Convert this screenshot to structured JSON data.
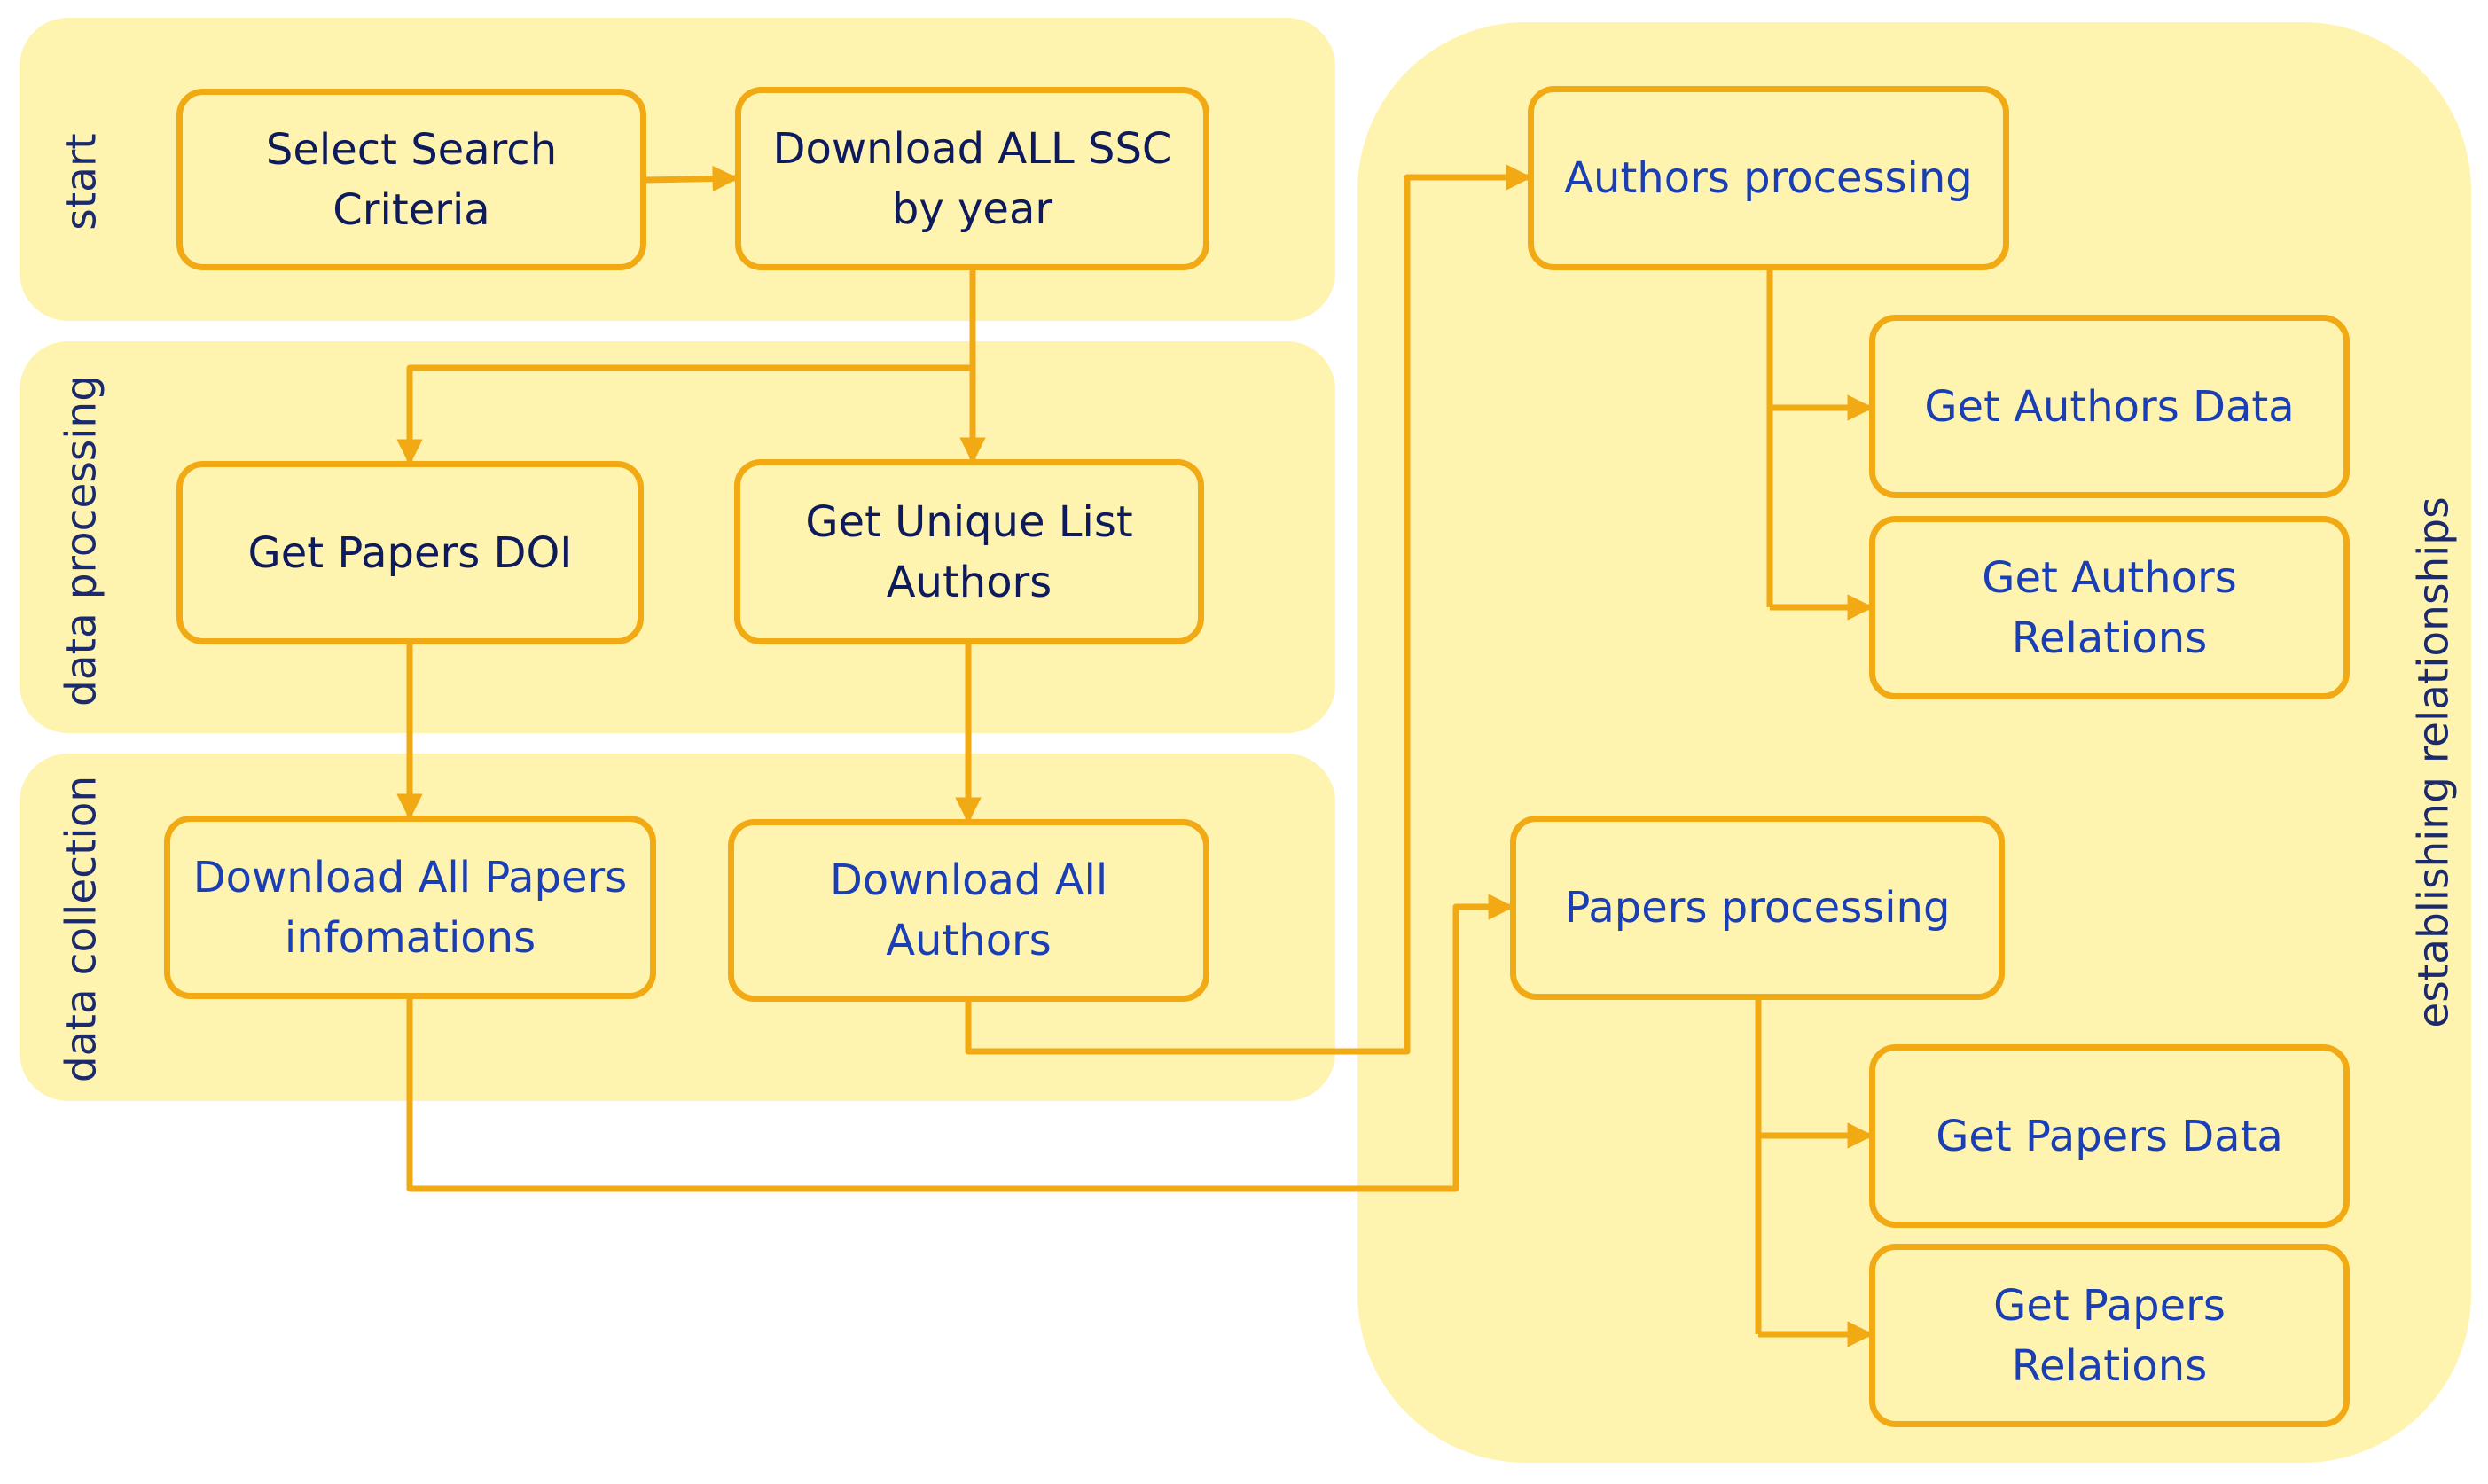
{
  "lanes": {
    "start": "start",
    "data_processing": "data processing",
    "data_collection": "data collection",
    "establishing_relationships": "establishing relationships"
  },
  "nodes": {
    "select_search_criteria": "Select Search\nCriteria",
    "download_all_ssc": "Download ALL SSC\nby year",
    "get_papers_doi": "Get Papers DOI",
    "get_unique_list_authors": "Get Unique List\nAuthors",
    "download_all_papers": "Download All Papers\ninfomations",
    "download_all_authors": "Download All\nAuthors",
    "authors_processing": "Authors processing",
    "get_authors_data": "Get Authors Data",
    "get_authors_relations": "Get Authors\nRelations",
    "papers_processing": "Papers processing",
    "get_papers_data": "Get Papers Data",
    "get_papers_relations": "Get Papers\nRelations"
  },
  "colors": {
    "lane_fill": "#fff3b0",
    "node_border": "#f2aa14",
    "connector": "#f2aa14",
    "text_dark": "#0d1a5c",
    "text_blue": "#1a3fb5"
  }
}
